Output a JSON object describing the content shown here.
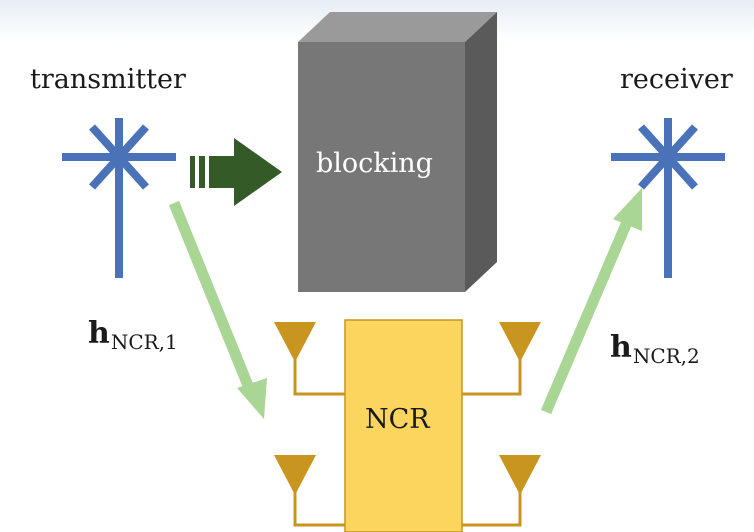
{
  "labels": {
    "transmitter": "transmitter",
    "receiver": "receiver",
    "blocking": "blocking",
    "ncr": "NCR",
    "channel1_main": "h",
    "channel1_sub": "NCR,1",
    "channel2_main": "h",
    "channel2_sub": "NCR,2"
  },
  "colors": {
    "antenna": "#4a72b8",
    "blocking_front": "#777777",
    "blocking_top": "#9a9a9a",
    "blocking_side": "#5a5a5a",
    "blocked_arrow": "#345a28",
    "channel_arrow": "#a9d694",
    "ncr_box": "#fcd55f",
    "ncr_antenna": "#c8961e"
  },
  "icons": {
    "transmitter": "antenna-icon",
    "receiver": "antenna-icon",
    "ncr_antennas": "triangle-antenna-icon"
  }
}
